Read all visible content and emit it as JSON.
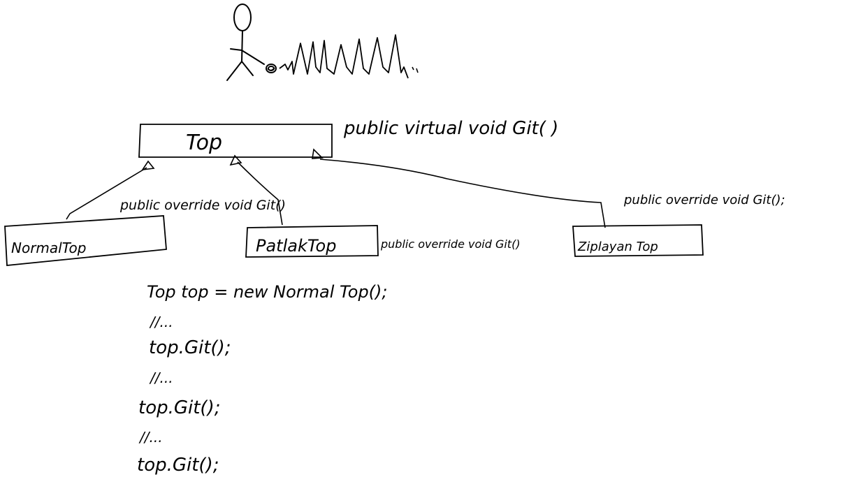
{
  "diagram": {
    "base_class": {
      "name": "Top",
      "method_signature": "public virtual void Git( )"
    },
    "subclasses": [
      {
        "name": "NormalTop",
        "method_signature": "public override void Git()"
      },
      {
        "name": "PatlakTop",
        "method_signature": "public override void Git()"
      },
      {
        "name": "Ziplayan Top",
        "method_signature": "public override void Git();"
      }
    ],
    "code_lines": [
      "Top top = new Normal Top();",
      "//...",
      "top.Git();",
      "//...",
      "top.Git();",
      "//...",
      "top.Git();"
    ]
  },
  "colors": {
    "ink": "#000000",
    "background": "#ffffff"
  }
}
